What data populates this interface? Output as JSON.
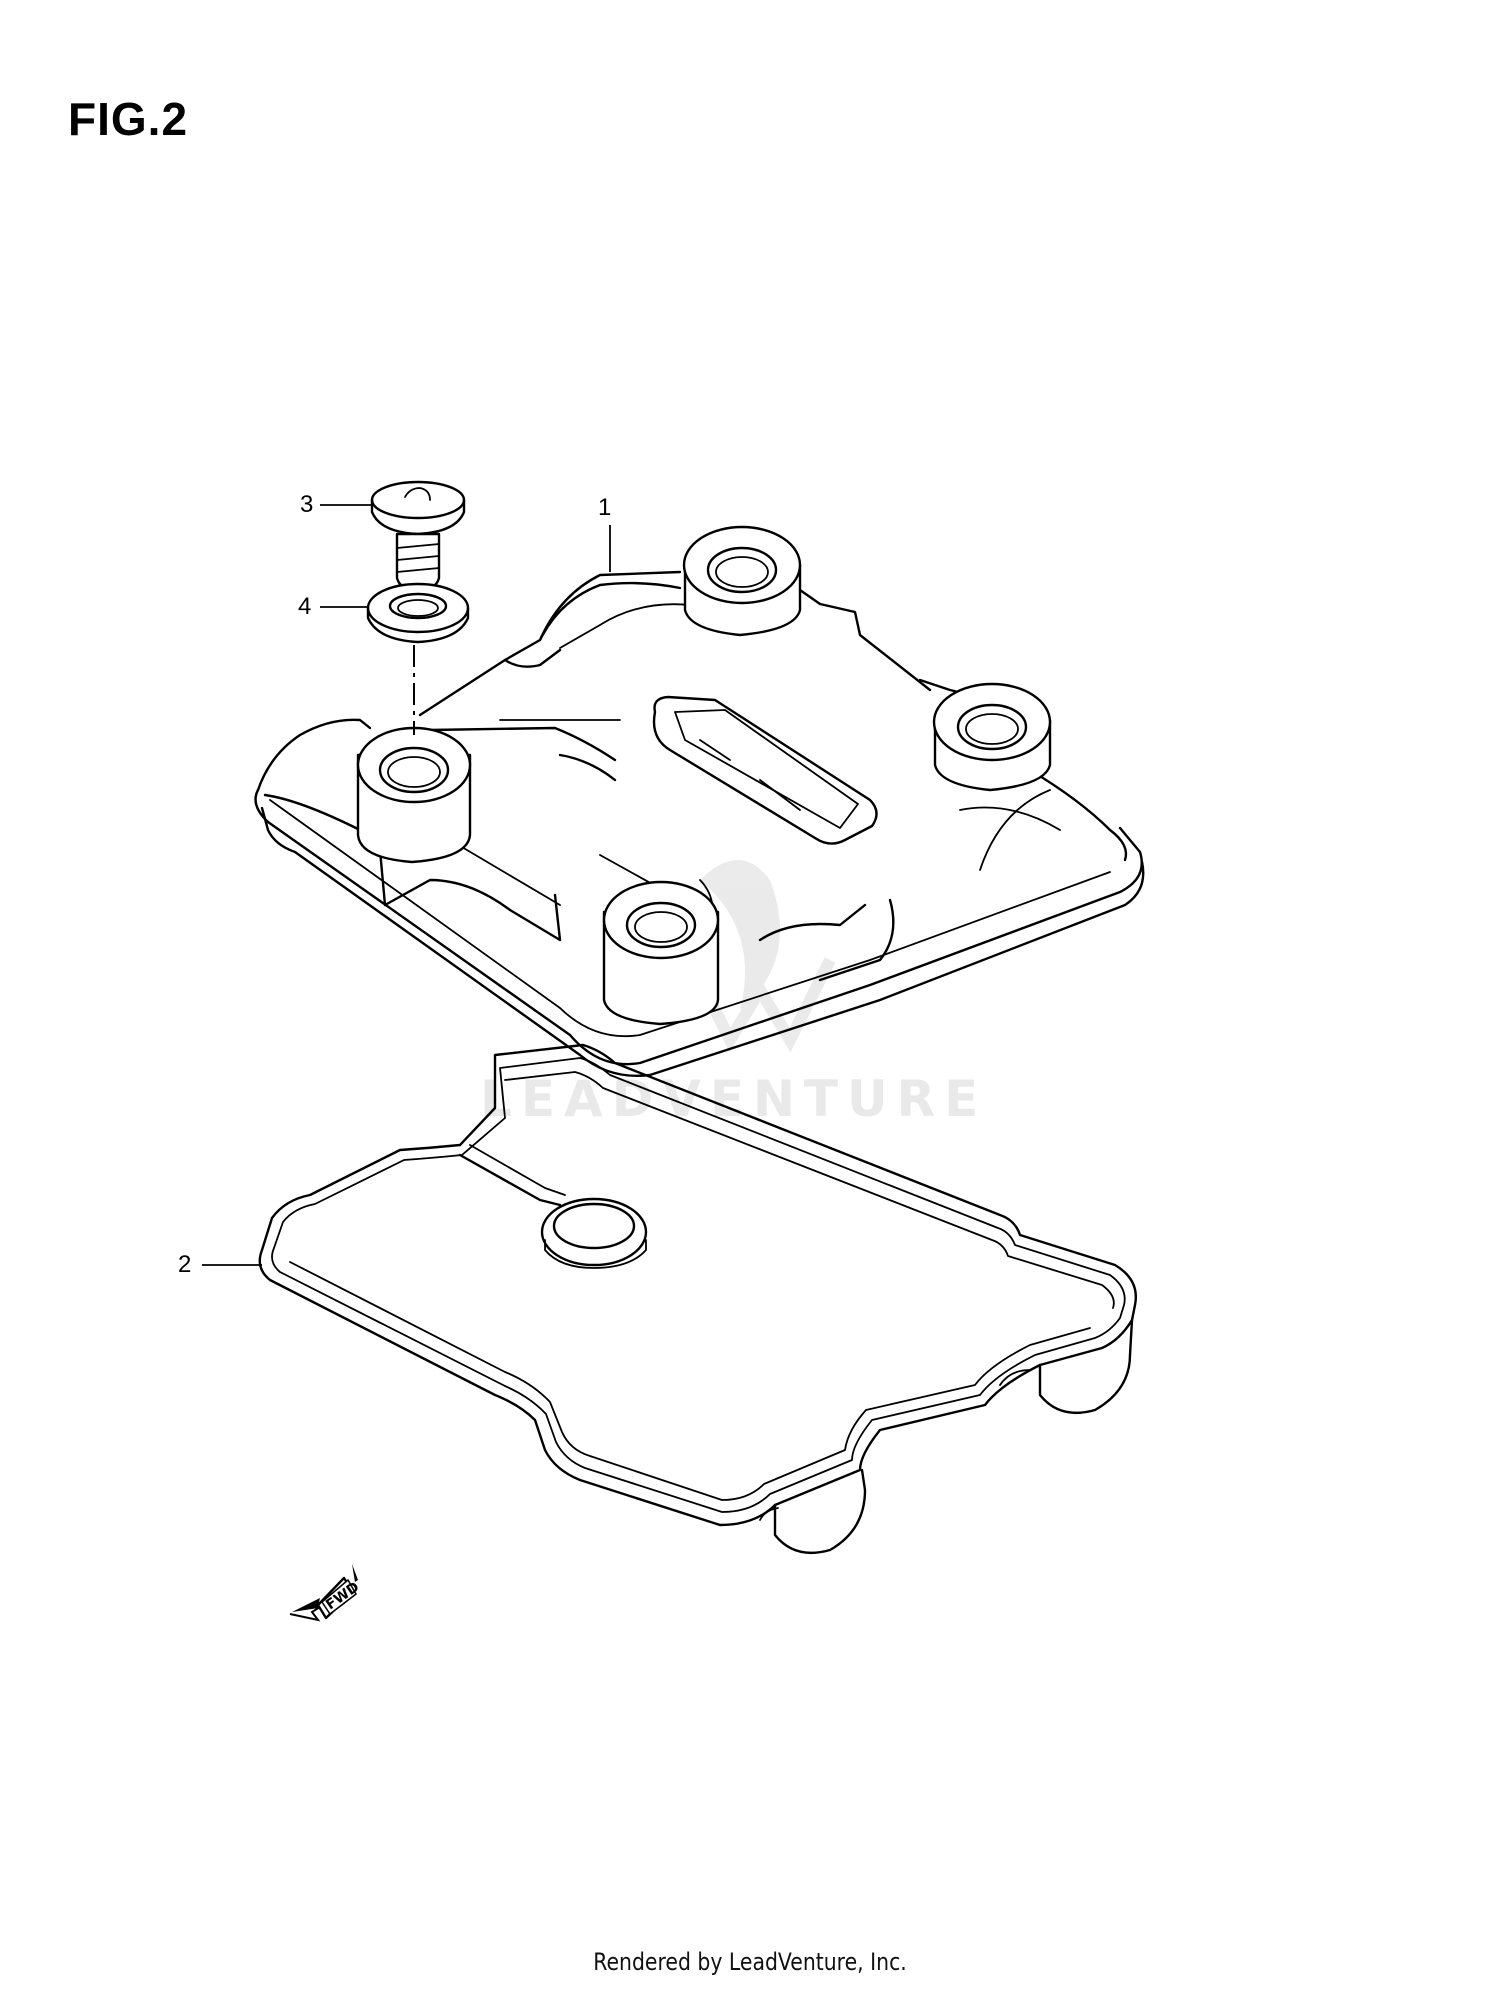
{
  "figure": {
    "title": "FIG.2"
  },
  "callouts": [
    {
      "id": "1",
      "label": "1"
    },
    {
      "id": "2",
      "label": "2"
    },
    {
      "id": "3",
      "label": "3"
    },
    {
      "id": "4",
      "label": "4"
    }
  ],
  "direction_arrow": {
    "label": "FWD"
  },
  "watermark": {
    "text": "LEADVENTURE"
  },
  "footer": {
    "text": "Rendered by LeadVenture, Inc."
  }
}
